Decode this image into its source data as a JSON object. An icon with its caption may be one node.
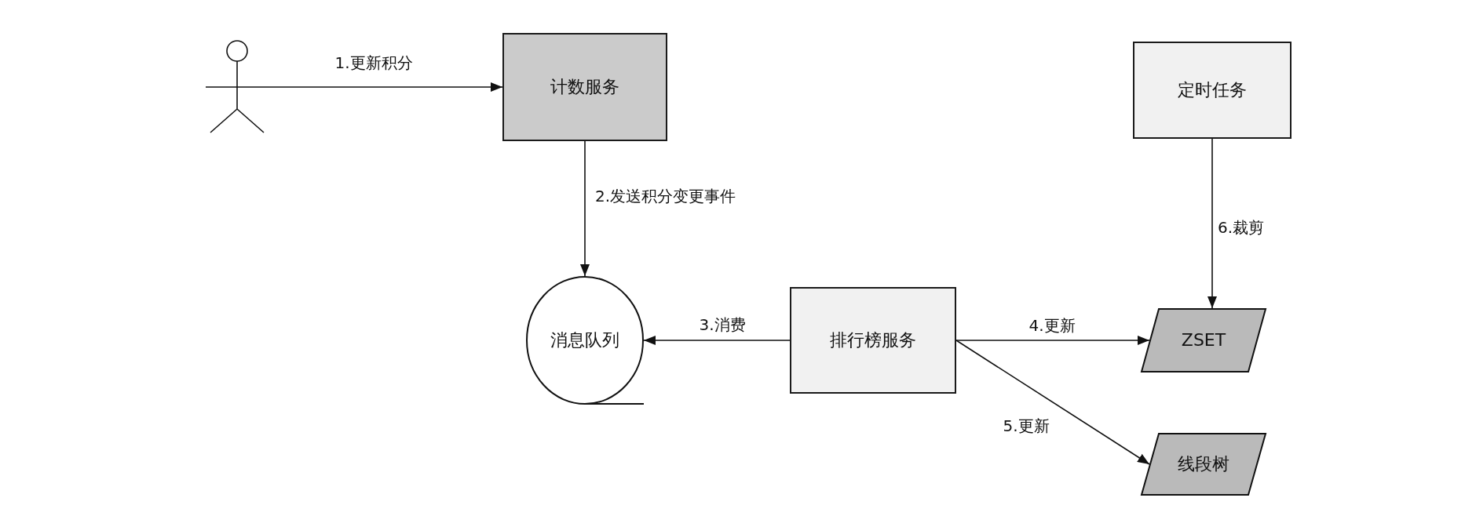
{
  "diagram": {
    "nodes": [
      {
        "text": [],
        "shape": "person"
      },
      {
        "text": [
          "计数服务"
        ]
      },
      {
        "text": [
          "定时任务"
        ]
      },
      {
        "text": [
          "消息队列"
        ]
      },
      {
        "text": [
          "排行榜服务"
        ]
      },
      {
        "text": [
          "ZSET"
        ]
      },
      {
        "text": [
          "线段树"
        ]
      }
    ],
    "edges": [
      {
        "from": 0,
        "to": 1,
        "arrow": "to",
        "label": "1.更新积分"
      },
      {
        "from": 1,
        "to": 3,
        "arrow": "to",
        "label": "2.发送积分变更事件"
      },
      {
        "from": 4,
        "to": 3,
        "arrow": "to",
        "label": "3.消费"
      },
      {
        "from": 4,
        "to": 5,
        "arrow": "to",
        "label": "4.更新"
      },
      {
        "from": 4,
        "to": 6,
        "arrow": "to",
        "label": "5.更新"
      },
      {
        "from": 2,
        "to": 5,
        "arrow": "to",
        "label": "6.裁剪"
      }
    ]
  }
}
